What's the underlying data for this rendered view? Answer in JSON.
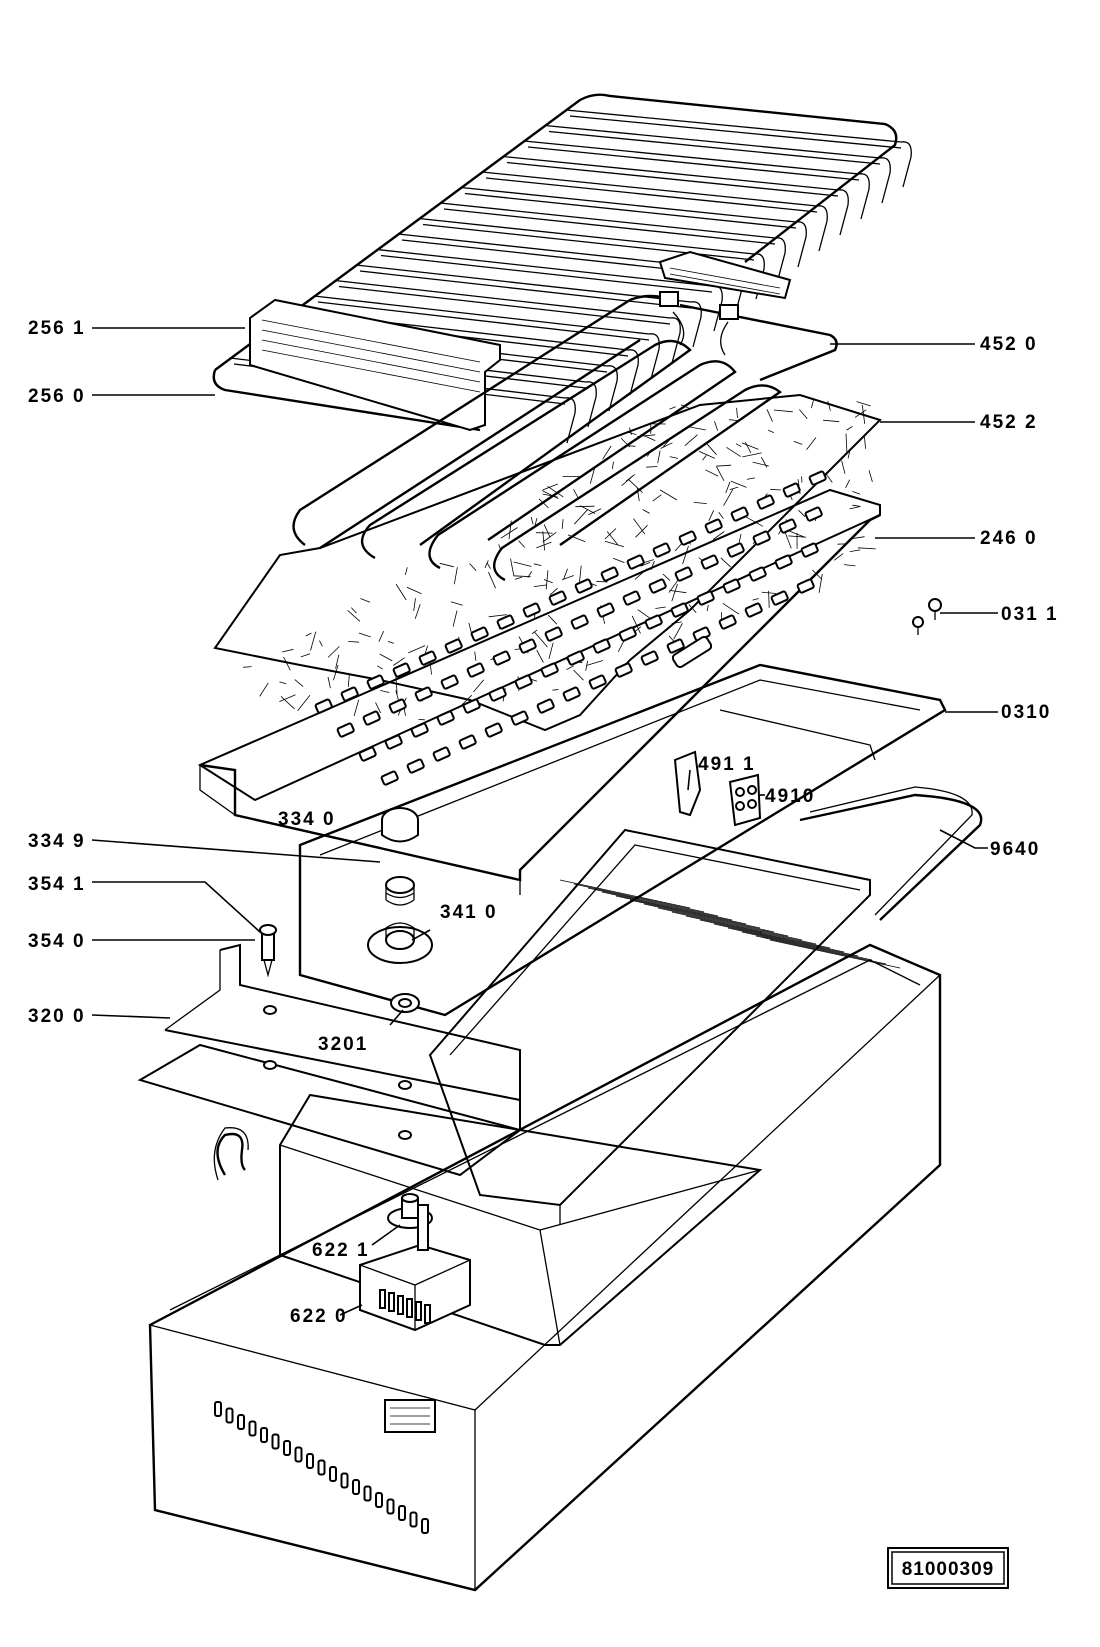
{
  "labels": {
    "p2561": "256 1",
    "p2560": "256 0",
    "p4520": "452 0",
    "p4522": "452 2",
    "p2460": "246 0",
    "p0311": "031 1",
    "p0310": "0310",
    "p4911": "491 1",
    "p4910": "4910",
    "p3340": "334 0",
    "p3349": "334 9",
    "p3541": "354 1",
    "p3540": "354 0",
    "p3410": "341 0",
    "p9640": "9640",
    "p3200": "320 0",
    "p3201": "3201",
    "p6221": "622 1",
    "p6220": "622 0"
  },
  "drawing_code": "81000309"
}
